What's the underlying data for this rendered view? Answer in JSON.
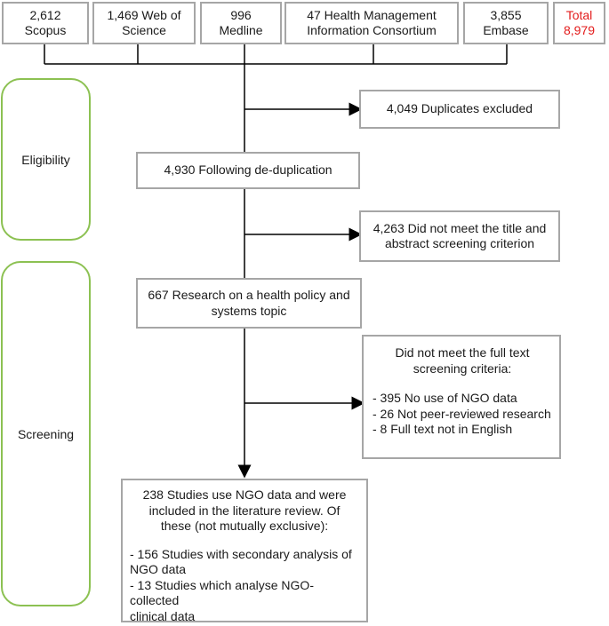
{
  "sources": [
    {
      "line1": "2,612",
      "line2": "Scopus"
    },
    {
      "line1": "1,469 Web of",
      "line2": "Science"
    },
    {
      "line1": "996",
      "line2": "Medline"
    },
    {
      "line1": "47 Health Management",
      "line2": "Information Consortium"
    },
    {
      "line1": "3,855",
      "line2": "Embase"
    }
  ],
  "total": {
    "line1": "Total",
    "line2": "8,979"
  },
  "phases": {
    "eligibility": "Eligibility",
    "screening": "Screening"
  },
  "steps": {
    "dedup": "4,930 Following de-duplication",
    "health_topic_1": "667 Research on a health policy and",
    "health_topic_2": "systems topic"
  },
  "exclusions": {
    "duplicates": "4,049 Duplicates excluded",
    "title_1": "4,263 Did not meet the title and",
    "title_2": "abstract screening criterion",
    "fulltext_head_1": "Did not meet the full text",
    "fulltext_head_2": "screening criteria:",
    "fulltext_items": [
      "- 395 No use of NGO data",
      "- 26 Not peer-reviewed research",
      "- 8 Full text not in English"
    ]
  },
  "included": {
    "lines": [
      "238 Studies use NGO data and were",
      "included in the literature review. Of",
      "these (not mutually exclusive):"
    ],
    "items": [
      "- 156 Studies with secondary analysis of",
      "NGO data",
      "- 13 Studies which analyse NGO-collected",
      "clinical data"
    ]
  },
  "colors": {
    "box_border": "#a6a6a6",
    "phase_border": "#8cc152",
    "total_text": "#e31b1b"
  }
}
